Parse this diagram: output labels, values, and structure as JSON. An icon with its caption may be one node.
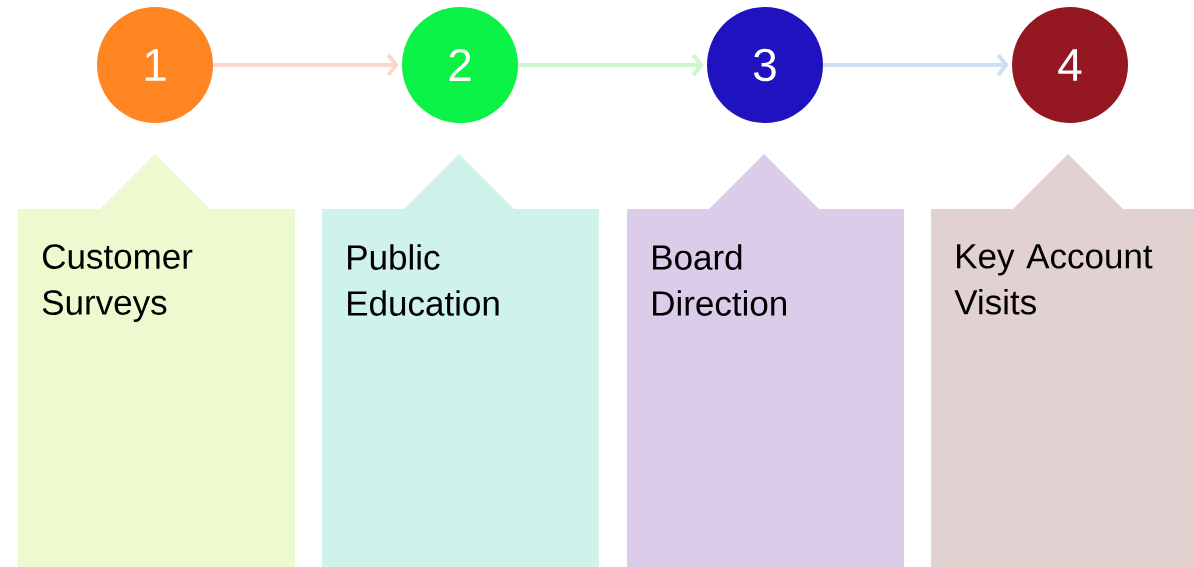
{
  "diagram": {
    "nodes": [
      {
        "text": [
          "1"
        ]
      },
      {
        "text": [
          "2"
        ]
      },
      {
        "text": [
          "3"
        ]
      },
      {
        "text": [
          "4"
        ]
      },
      {
        "text": [
          "Customer Surveys"
        ]
      },
      {
        "text": [
          "Public Education"
        ]
      },
      {
        "text": [
          "Board Direction"
        ]
      },
      {
        "text": [
          "Key Account Visits"
        ]
      }
    ],
    "edges": [
      {
        "from": 0,
        "to": 1,
        "arrow": "to",
        "color": "#fcd6cc"
      },
      {
        "from": 1,
        "to": 2,
        "arrow": "to",
        "color": "#cff5cf"
      },
      {
        "from": 2,
        "to": 3,
        "arrow": "to",
        "color": "#cddff2"
      }
    ]
  }
}
